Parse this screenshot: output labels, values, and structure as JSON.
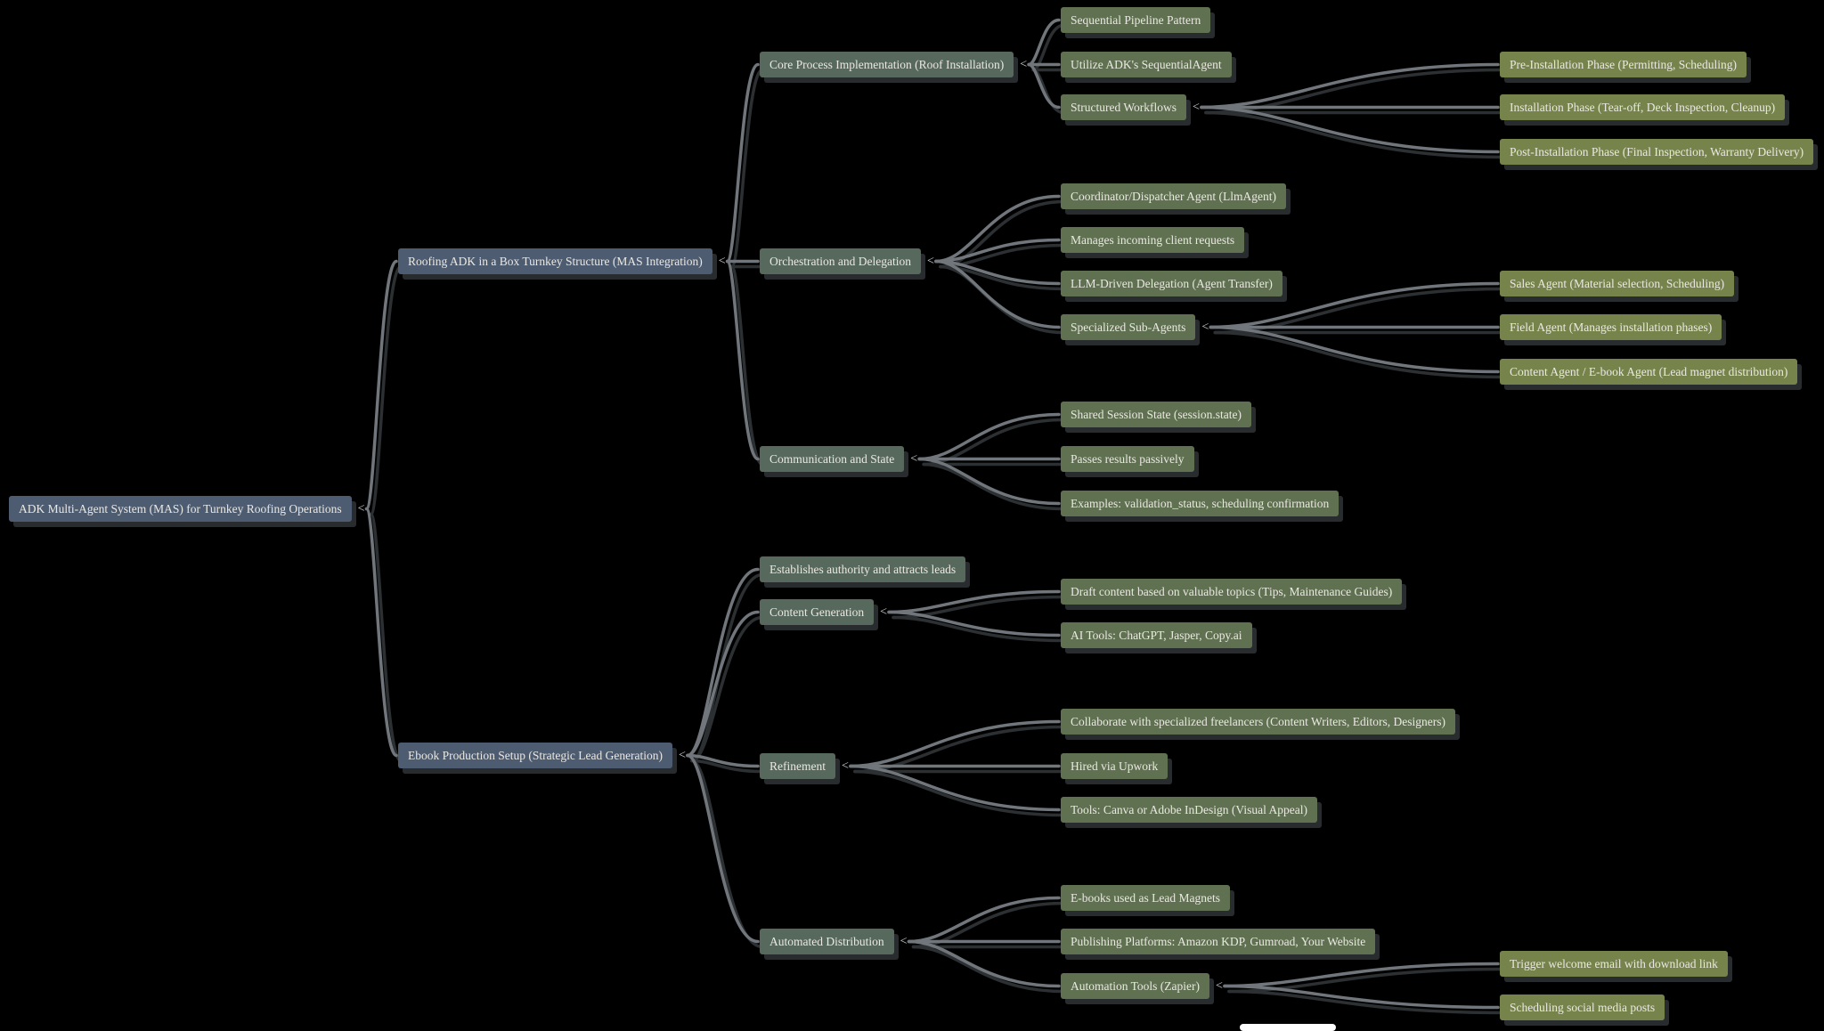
{
  "glyphs": {
    "collapse": "<"
  },
  "colors": {
    "background": "#000000",
    "depth1_node": "#4e5c71",
    "depth2_node": "#57685c",
    "depth3_node": "#5f7150",
    "depth4_node": "#76844c",
    "link": "#70767b",
    "link_shadow": "#2c3033",
    "text": "#eae8e2",
    "expander": "#ccd1d5"
  },
  "nodes": {
    "root": "ADK Multi-Agent System (MAS) for Turnkey Roofing Operations",
    "roofing": "Roofing ADK in a Box Turnkey Structure (MAS Integration)",
    "ebook": "Ebook Production Setup (Strategic Lead Generation)",
    "core_process": "Core Process Implementation (Roof Installation)",
    "orchestration": "Orchestration and Delegation",
    "comm_state": "Communication and State",
    "seq_pipeline": "Sequential Pipeline Pattern",
    "utilize_adk": "Utilize ADK's SequentialAgent",
    "structured_workflows": "Structured Workflows",
    "pre_install": "Pre-Installation Phase (Permitting, Scheduling)",
    "install_phase": "Installation Phase (Tear-off, Deck Inspection, Cleanup)",
    "post_install": "Post-Installation Phase (Final Inspection, Warranty Delivery)",
    "coordinator": "Coordinator/Dispatcher Agent (LlmAgent)",
    "manages_requests": "Manages incoming client requests",
    "llm_delegation": "LLM-Driven Delegation (Agent Transfer)",
    "specialized_sub": "Specialized Sub-Agents",
    "sales_agent": "Sales Agent (Material selection, Scheduling)",
    "field_agent": "Field Agent (Manages installation phases)",
    "content_agent": "Content Agent / E-book Agent (Lead magnet distribution)",
    "shared_state": "Shared Session State (session.state)",
    "passes_results": "Passes results passively",
    "examples_validation": "Examples: validation_status, scheduling confirmation",
    "establishes_authority": "Establishes authority and attracts leads",
    "content_generation": "Content Generation",
    "draft_content": "Draft content based on valuable topics (Tips, Maintenance Guides)",
    "ai_tools": "AI Tools: ChatGPT, Jasper, Copy.ai",
    "refinement": "Refinement",
    "collaborate": "Collaborate with specialized freelancers (Content Writers, Editors, Designers)",
    "hired_upwork": "Hired via Upwork",
    "tools_canva": "Tools: Canva or Adobe InDesign (Visual Appeal)",
    "automated_distribution": "Automated Distribution",
    "ebooks_lead": "E-books used as Lead Magnets",
    "publishing_platforms": "Publishing Platforms: Amazon KDP, Gumroad, Your Website",
    "automation_tools": "Automation Tools (Zapier)",
    "trigger_email": "Trigger welcome email with download link",
    "scheduling_posts": "Scheduling social media posts"
  },
  "tree": {
    "id": "root",
    "children": [
      {
        "id": "roofing",
        "children": [
          {
            "id": "core_process",
            "children": [
              {
                "id": "seq_pipeline"
              },
              {
                "id": "utilize_adk"
              },
              {
                "id": "structured_workflows",
                "children": [
                  {
                    "id": "pre_install"
                  },
                  {
                    "id": "install_phase"
                  },
                  {
                    "id": "post_install"
                  }
                ]
              }
            ]
          },
          {
            "id": "orchestration",
            "children": [
              {
                "id": "coordinator"
              },
              {
                "id": "manages_requests"
              },
              {
                "id": "llm_delegation"
              },
              {
                "id": "specialized_sub",
                "children": [
                  {
                    "id": "sales_agent"
                  },
                  {
                    "id": "field_agent"
                  },
                  {
                    "id": "content_agent"
                  }
                ]
              }
            ]
          },
          {
            "id": "comm_state",
            "children": [
              {
                "id": "shared_state"
              },
              {
                "id": "passes_results"
              },
              {
                "id": "examples_validation"
              }
            ]
          }
        ]
      },
      {
        "id": "ebook",
        "children": [
          {
            "id": "establishes_authority"
          },
          {
            "id": "content_generation",
            "children": [
              {
                "id": "draft_content"
              },
              {
                "id": "ai_tools"
              }
            ]
          },
          {
            "id": "refinement",
            "children": [
              {
                "id": "collaborate"
              },
              {
                "id": "hired_upwork"
              },
              {
                "id": "tools_canva"
              }
            ]
          },
          {
            "id": "automated_distribution",
            "children": [
              {
                "id": "ebooks_lead"
              },
              {
                "id": "publishing_platforms"
              },
              {
                "id": "automation_tools",
                "children": [
                  {
                    "id": "trigger_email"
                  },
                  {
                    "id": "scheduling_posts"
                  }
                ]
              }
            ]
          }
        ]
      }
    ]
  }
}
